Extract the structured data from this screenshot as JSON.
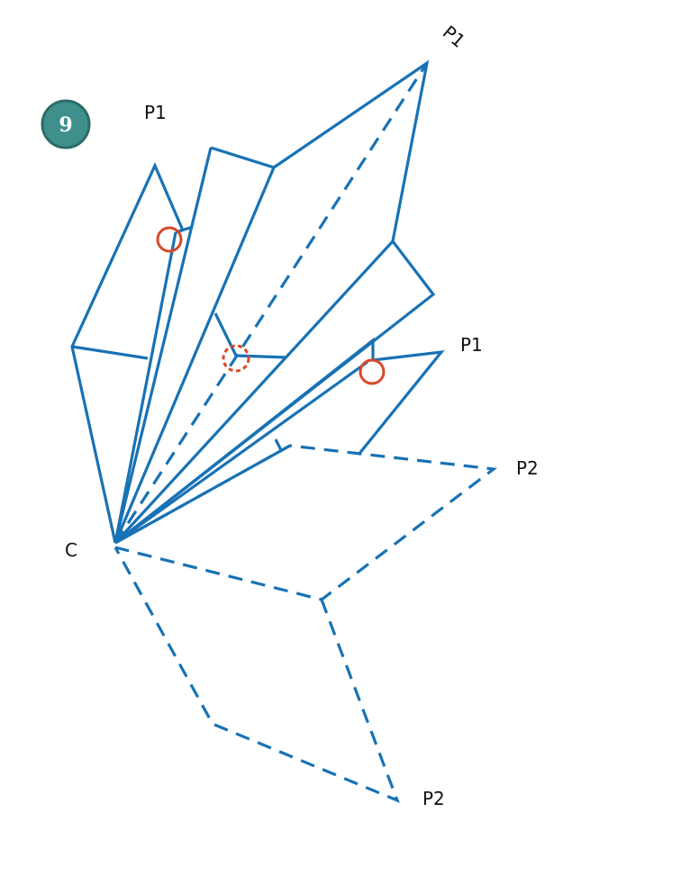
{
  "figure": {
    "step_number": "9",
    "labels": {
      "p1_top_right": "P1",
      "p1_top_left": "P1",
      "p1_middle": "P1",
      "p2_upper": "P2",
      "p2_lower": "P2",
      "center": "C"
    }
  },
  "colors": {
    "line": "#1872b5",
    "marker": "#d9482b",
    "badge": "#3f8f8c"
  }
}
